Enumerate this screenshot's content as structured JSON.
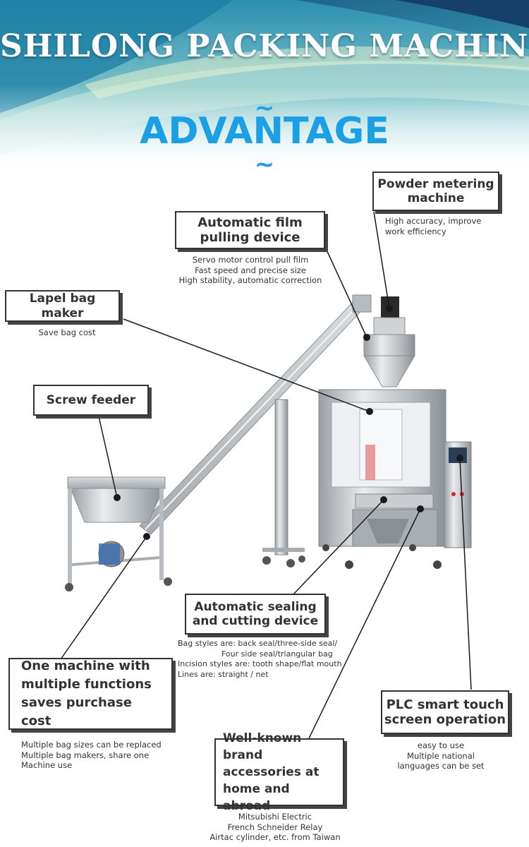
{
  "header": {
    "title": "SHILONG PACKING MACHINE",
    "subtitle": "ADVANTAGE",
    "tilde": "~"
  },
  "features": {
    "powder_metering": {
      "title": "Powder metering machine",
      "desc": "High accuracy, improve\nwork efficiency"
    },
    "film_pulling": {
      "title": "Automatic film pulling device",
      "desc": "Servo motor control pull film\nFast speed and precise size\nHigh stability, automatic correction"
    },
    "lapel_bag": {
      "title": "Lapel bag maker",
      "desc": "Save bag cost"
    },
    "screw_feeder": {
      "title": "Screw feeder",
      "desc": ""
    },
    "sealing_cutting": {
      "title": "Automatic sealing and cutting device",
      "desc_lines": [
        "Bag styles are: back seal/three-side seal/",
        "Four side seal/triangular bag",
        "Incision styles are: tooth shape/flat mouth",
        "Lines are: straight / net"
      ]
    },
    "multi_function": {
      "title": "One machine with multiple functions saves purchase cost",
      "desc": "Multiple bag sizes can be replaced\nMultiple bag makers, share one\nMachine use"
    },
    "plc": {
      "title": "PLC smart touch screen operation",
      "desc": "easy to use\nMultiple national\nlanguages can be set"
    },
    "brand": {
      "title": "Well-known brand accessories at home and abroad",
      "desc": "Mitsubishi Electric\nFrench Schneider Relay\nAirtac cylinder, etc. from Taiwan"
    }
  },
  "colors": {
    "accent": "#1aa0e6",
    "box_border": "#333333",
    "header_teal": "#2e8fa8",
    "header_dark": "#1d4f7a"
  }
}
